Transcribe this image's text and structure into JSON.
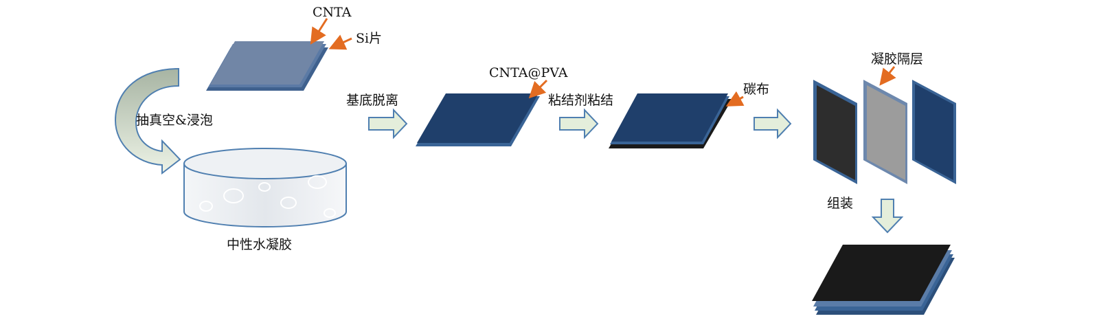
{
  "labels": {
    "cnta": "CNTA",
    "si_wafer": "Si片",
    "vacuum_soak": "抽真空&浸泡",
    "neutral_hydrogel": "中性水凝胶",
    "substrate_detach": "基底脱离",
    "cnta_pva": "CNTA@PVA",
    "adhesive_bonding": "粘结剂粘结",
    "carbon_cloth": "碳布",
    "gel_separator": "凝胶隔层",
    "assembly": "组装"
  },
  "colors": {
    "blue_plate": "#1f3f6b",
    "blue_edge": "#3a6496",
    "light_plate": "#7186a6",
    "black_plate": "#1a1a1a",
    "dark_gray_plate": "#2d2d2d",
    "gray_plate": "#9c9c9c",
    "pointer_arrow": "#e36c21",
    "flow_arrow_fill": "#e4eedb",
    "flow_arrow_stroke": "#4f7fb0"
  }
}
